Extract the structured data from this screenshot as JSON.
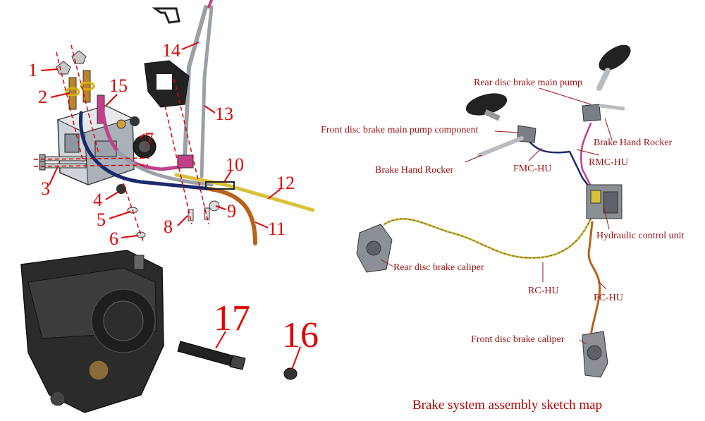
{
  "exploded_view": {
    "part_numbers": [
      "1",
      "2",
      "3",
      "4",
      "5",
      "6",
      "7",
      "8",
      "9",
      "10",
      "11",
      "12",
      "13",
      "14",
      "15",
      "16",
      "17"
    ]
  },
  "sketch_map": {
    "labels": {
      "rear_pump": "Rear disc brake main pump",
      "front_pump": "Front disc brake main pump component",
      "rocker_right": "Brake Hand Rocker",
      "rocker_left": "Brake Hand Rocker",
      "fmc_hu": "FMC-HU",
      "rmc_hu": "RMC-HU",
      "hcu": "Hydraulic control unit",
      "rear_caliper": "Rear disc brake caliper",
      "rc_hu": "RC-HU",
      "fc_hu": "FC-HU",
      "front_caliper": "Front disc brake caliper"
    },
    "caption": "Brake system assembly sketch map"
  },
  "colors": {
    "callout_red": "#e00000",
    "label_red": "#9a1010",
    "hose_yellow": "#d8c23a",
    "hose_orange": "#b8621a",
    "hose_pink": "#c0408a",
    "hose_blue": "#1b2a6b"
  }
}
